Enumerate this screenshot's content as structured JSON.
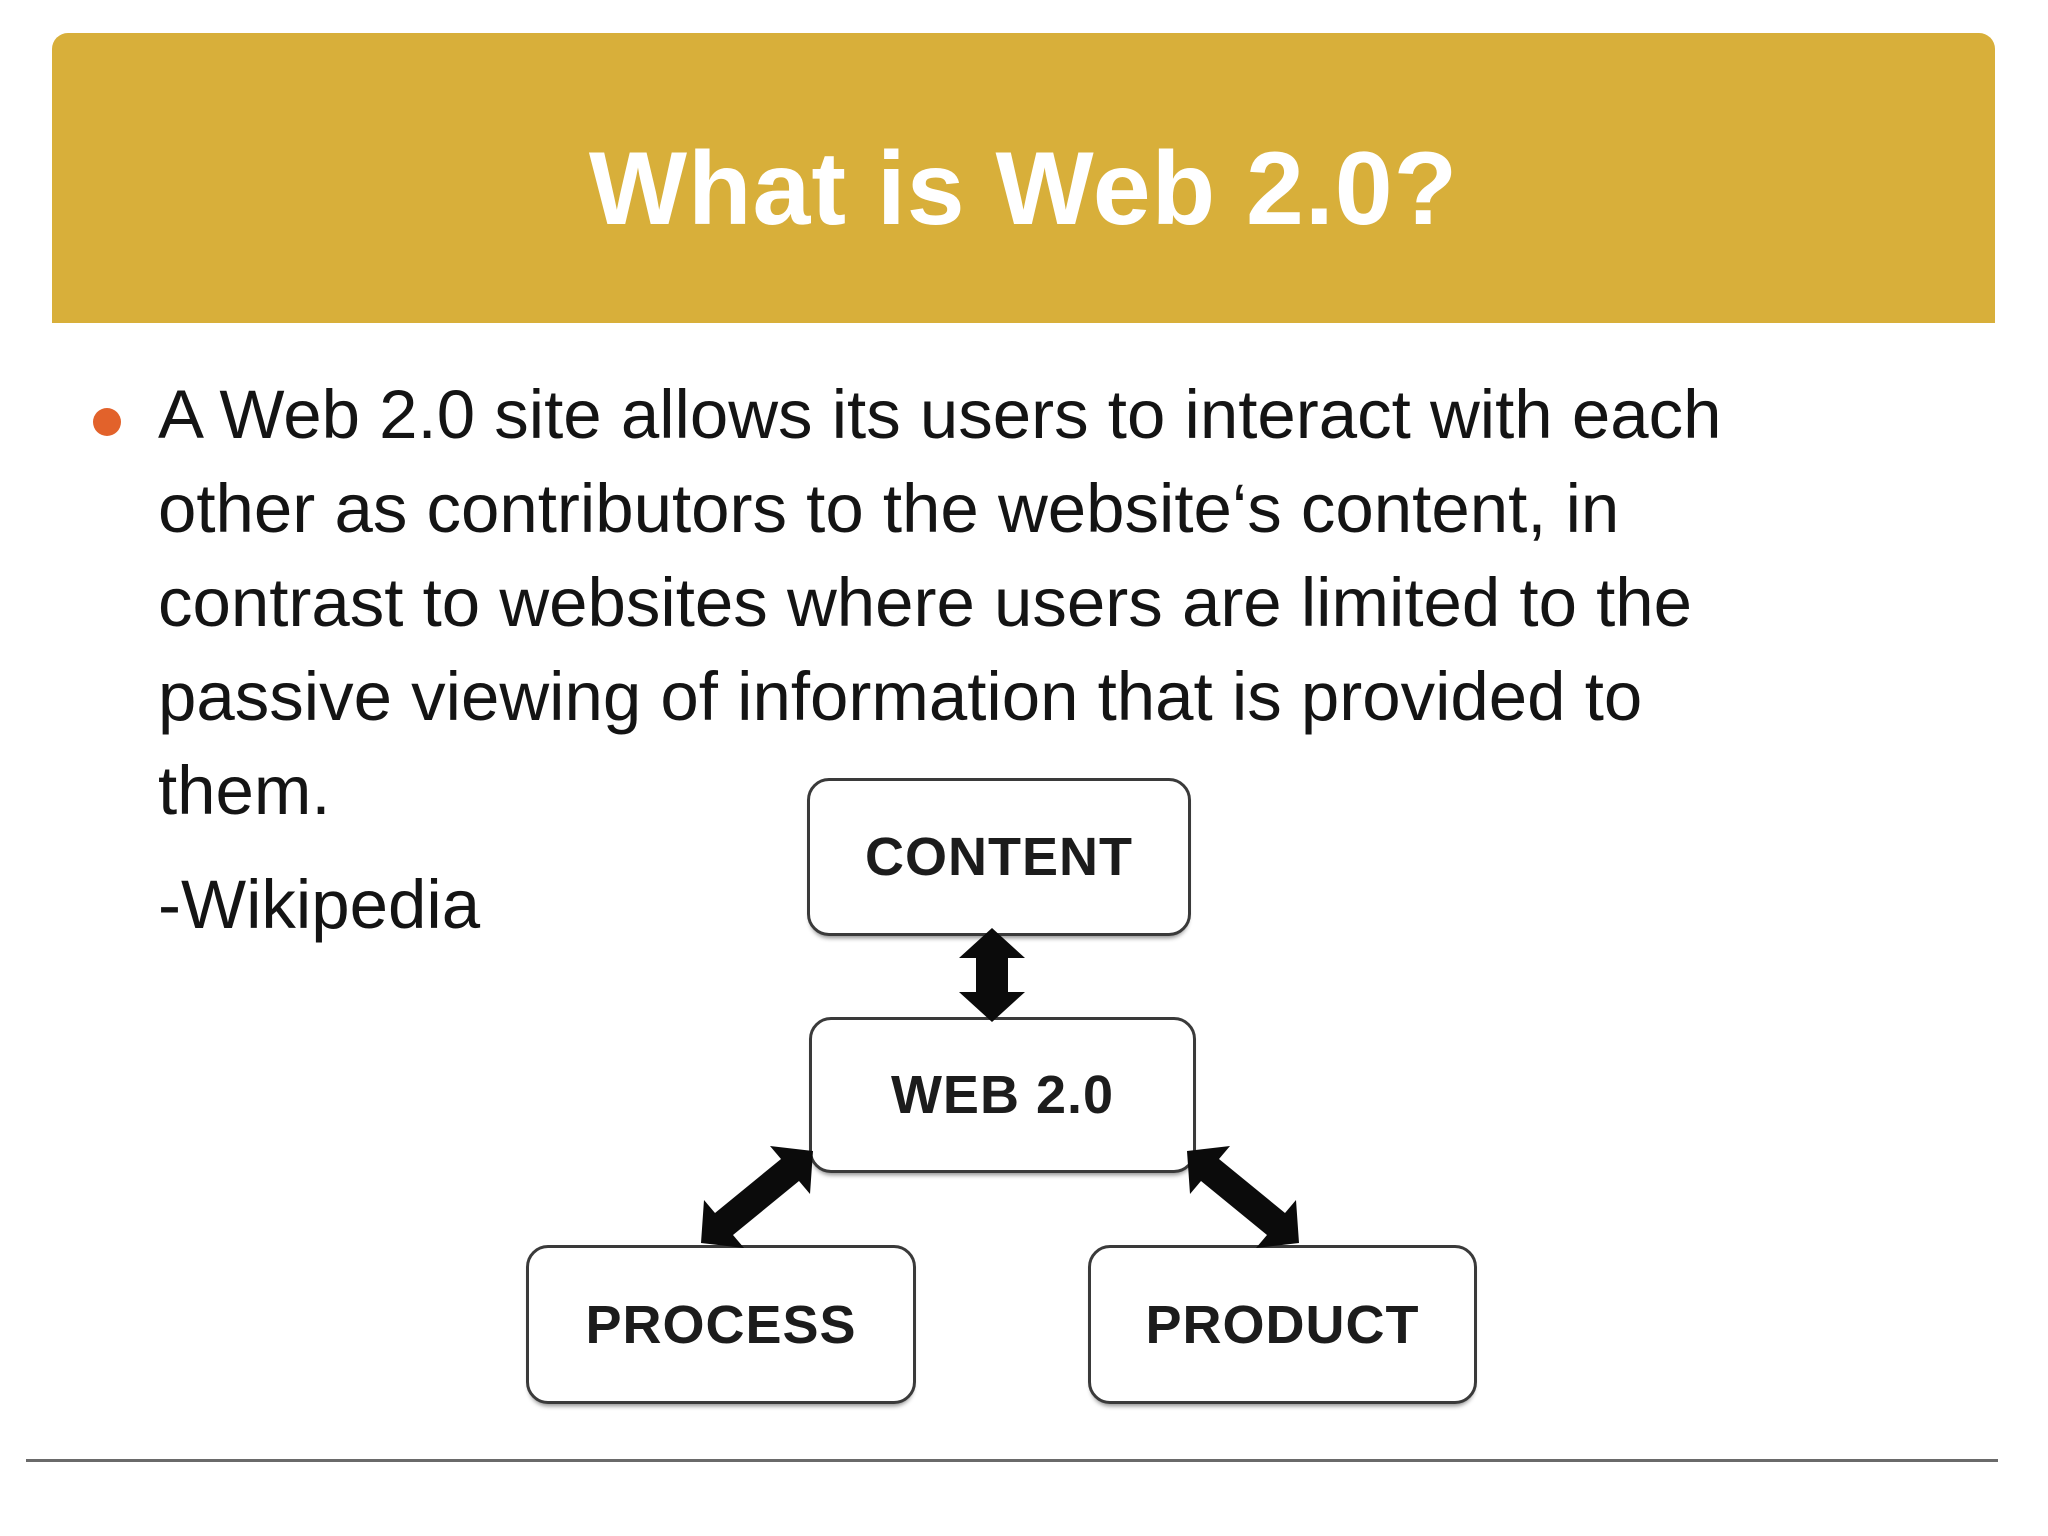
{
  "slide": {
    "title": "What is Web 2.0?",
    "bullet": {
      "lines": [
        "A Web 2.0 site allows its users to interact with each",
        "other as contributors to the website‘s content, in",
        "contrast to websites where users are limited to the",
        "passive viewing of information that is provided to",
        "them."
      ],
      "attribution": "-Wikipedia"
    },
    "diagram": {
      "nodes": {
        "top": "CONTENT",
        "center": "WEB 2.0",
        "left": "PROCESS",
        "right": "PRODUCT"
      }
    },
    "colors": {
      "header_bg": "#D8AF3A",
      "title_text": "#FFFFFF",
      "bullet_marker": "#E2622B",
      "body_text": "#141414",
      "box_border": "#3A3A3A",
      "box_text": "#1C1C1C",
      "arrow": "#0B0B0B",
      "rule": "#6A6A6A"
    }
  }
}
